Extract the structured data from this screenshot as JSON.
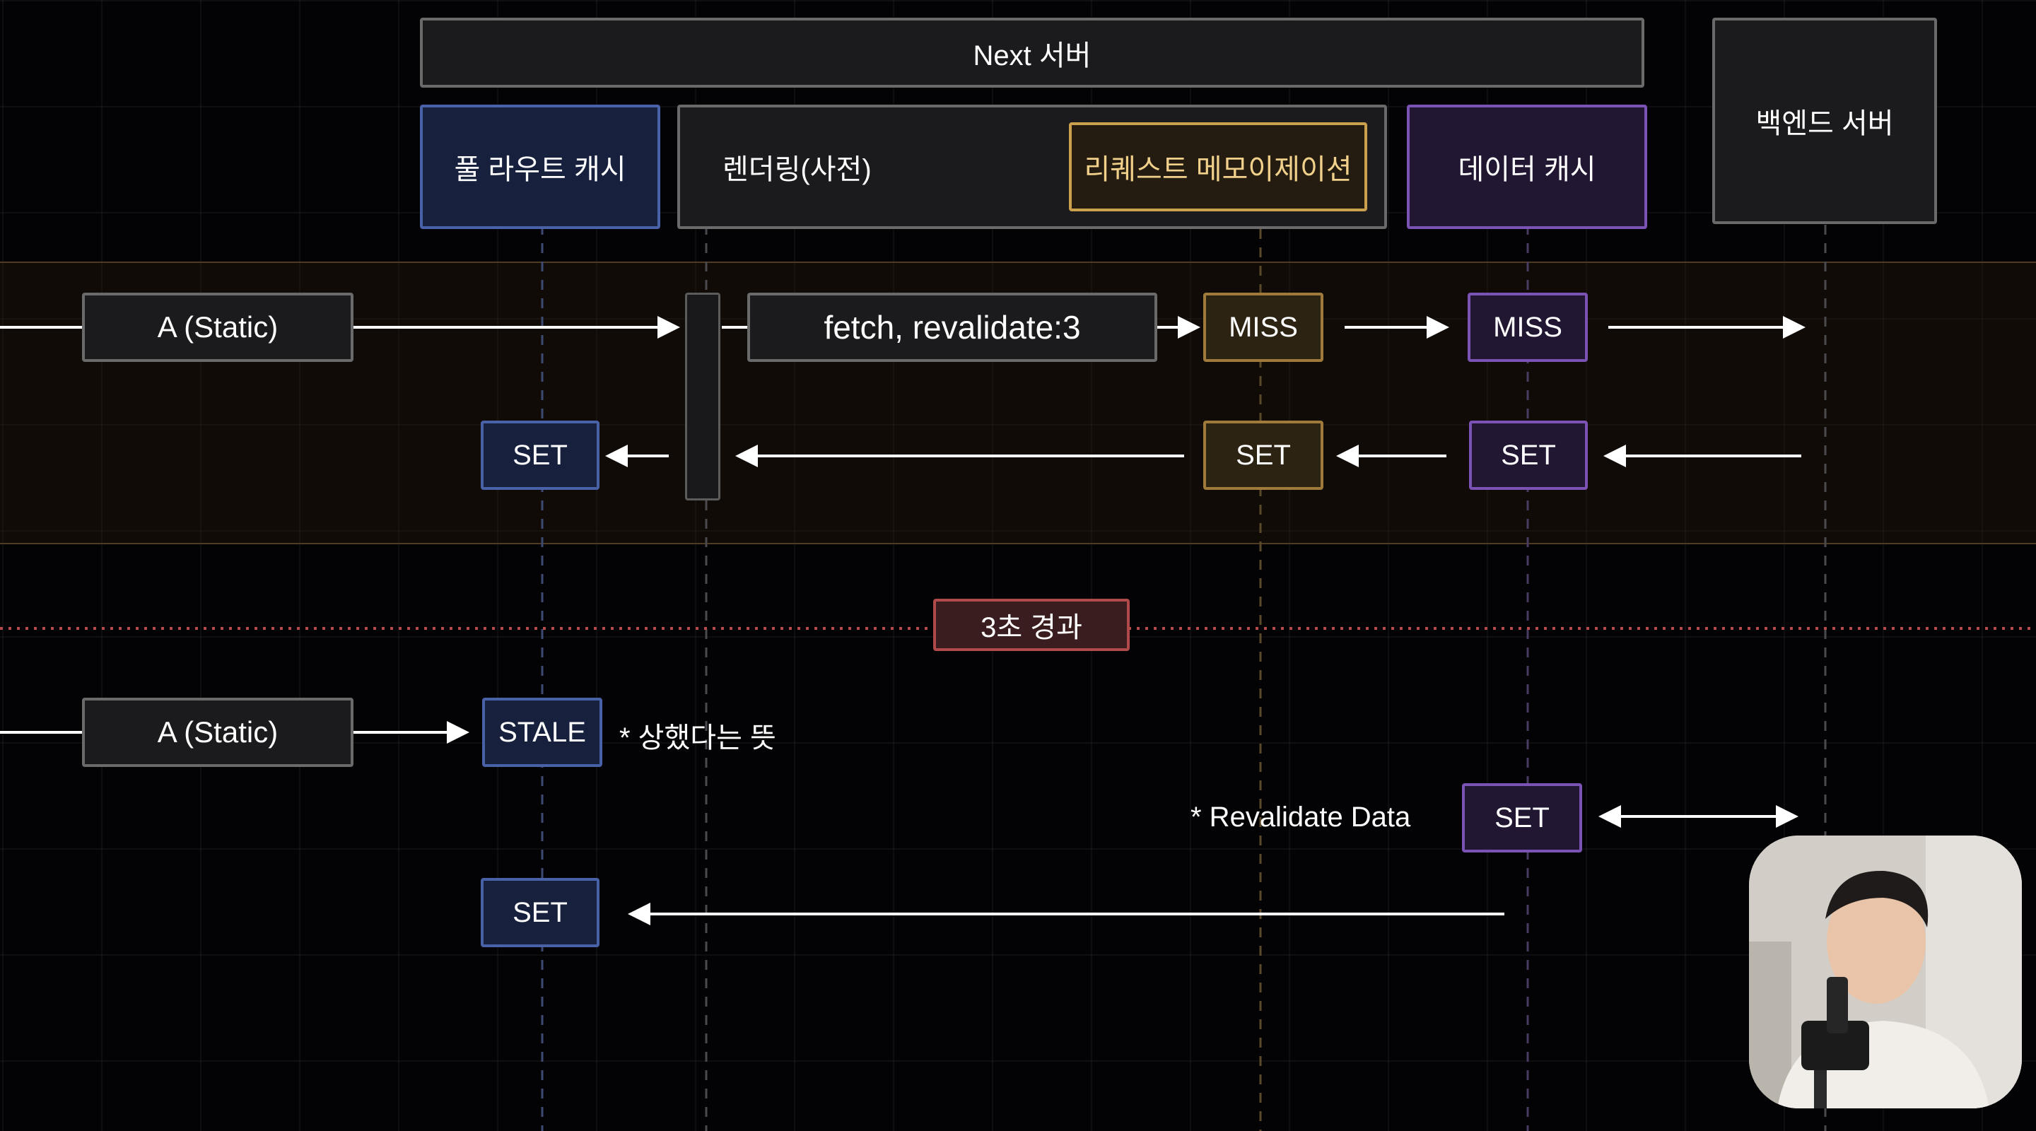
{
  "headers": {
    "next_server": "Next 서버",
    "full_route_cache": "풀 라우트 캐시",
    "rendering": "렌더링(사전)",
    "request_memoization": "리퀘스트 메모이제이션",
    "data_cache": "데이터 캐시",
    "backend_server": "백엔드 서버"
  },
  "first_request": {
    "page": "A (Static)",
    "fetch": "fetch, revalidate:3",
    "memo_miss": "MISS",
    "data_miss": "MISS",
    "full_route_set": "SET",
    "memo_set": "SET",
    "data_set": "SET"
  },
  "timer": {
    "label": "3초 경과"
  },
  "second_request": {
    "page": "A (Static)",
    "stale": "STALE",
    "stale_note": "* 상했다는 뜻",
    "revalidate_note": "* Revalidate Data",
    "data_set": "SET",
    "full_route_set": "SET"
  },
  "colors": {
    "blue_border": "#4961a6",
    "purple_border": "#7a53b4",
    "gold_border": "#9f7a3a",
    "memo_highlight": "#caa04c",
    "timer_red": "#b04a4a"
  }
}
